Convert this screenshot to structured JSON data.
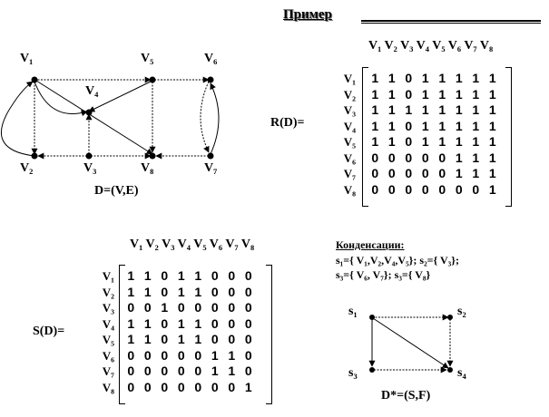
{
  "title": "Пример",
  "graph_d": {
    "label": "D=(V,E)",
    "nodes": [
      "V₁",
      "V₂",
      "V₃",
      "V₄",
      "V₅",
      "V₆",
      "V₇",
      "V₈"
    ]
  },
  "r_matrix": {
    "label": "R(D)=",
    "columns": "V₁ V₂ V₃ V₄ V₅ V₆ V₇ V₈",
    "rows": [
      "V₁",
      "V₂",
      "V₃",
      "V₄",
      "V₅",
      "V₆",
      "V₇",
      "V₈"
    ],
    "values": [
      [
        1,
        1,
        0,
        1,
        1,
        1,
        1,
        1
      ],
      [
        1,
        1,
        0,
        1,
        1,
        1,
        1,
        1
      ],
      [
        1,
        1,
        1,
        1,
        1,
        1,
        1,
        1
      ],
      [
        1,
        1,
        0,
        1,
        1,
        1,
        1,
        1
      ],
      [
        1,
        1,
        0,
        1,
        1,
        1,
        1,
        1
      ],
      [
        0,
        0,
        0,
        0,
        0,
        1,
        1,
        1
      ],
      [
        0,
        0,
        0,
        0,
        0,
        1,
        1,
        1
      ],
      [
        0,
        0,
        0,
        0,
        0,
        0,
        0,
        1
      ]
    ]
  },
  "s_matrix": {
    "label": "S(D)=",
    "columns": "V₁ V₂ V₃ V₄ V₅ V₆ V₇ V₈",
    "rows": [
      "V₁",
      "V₂",
      "V₃",
      "V₄",
      "V₅",
      "V₆",
      "V₇",
      "V₈"
    ],
    "values": [
      [
        1,
        1,
        0,
        1,
        1,
        0,
        0,
        0
      ],
      [
        1,
        1,
        0,
        1,
        1,
        0,
        0,
        0
      ],
      [
        0,
        0,
        1,
        0,
        0,
        0,
        0,
        0
      ],
      [
        1,
        1,
        0,
        1,
        1,
        0,
        0,
        0
      ],
      [
        1,
        1,
        0,
        1,
        1,
        0,
        0,
        0
      ],
      [
        0,
        0,
        0,
        0,
        0,
        1,
        1,
        0
      ],
      [
        0,
        0,
        0,
        0,
        0,
        1,
        1,
        0
      ],
      [
        0,
        0,
        0,
        0,
        0,
        0,
        0,
        1
      ]
    ]
  },
  "condensation": {
    "heading": "Конденсации:",
    "line1": "s₁={ V₁,V₂,V₄,V₅}; s₂={ V₃};",
    "line2": "s₃={ V₆, V₇}; s₃={ V₈}",
    "graph_label": "D*=(S,F)",
    "nodes": [
      "s₁",
      "s₂",
      "s₃",
      "s₄"
    ]
  }
}
